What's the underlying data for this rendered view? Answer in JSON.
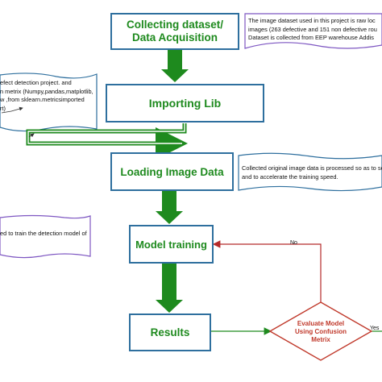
{
  "steps": {
    "collect": {
      "line1": "Collecting dataset/",
      "line2": "Data Acquisition"
    },
    "import": {
      "label": "Importing Lib"
    },
    "load": {
      "label": "Loading Image Data"
    },
    "train": {
      "label": "Model training"
    },
    "results": {
      "label": "Results"
    },
    "evaluate": {
      "line1": "Evaluate  Model",
      "line2": "Using Confusion",
      "line3": "Metrix"
    }
  },
  "notes": {
    "dataset": {
      "line1": "The image dataset used in this project is raw loc",
      "line2": "images (263 defective and 151 non defective rou",
      "line3": "Dataset is collected from EEP warehouse Addis"
    },
    "libs": {
      "line1": "efect detection  project. and",
      "line2": "n metrix (Numpy,pandas,matplotlib,",
      "line3": "w ,from sklearn.metricsimported",
      "line4": "rt)"
    },
    "preprocess": {
      "line1": "Collected original image data is processed so as to serve",
      "line2": "and to accelerate the training speed."
    },
    "training": {
      "line1": "ed to train the detection model of"
    }
  },
  "edges": {
    "no_label": "No",
    "yes_label": "Yes"
  },
  "colors": {
    "box_border": "#2e6f9e",
    "box_text": "#1e8a1e",
    "arrow_fill": "#1e8a1e",
    "connector": "#1e8a1e",
    "feedback": "#b52a2a",
    "diamond_border": "#c0392b",
    "diamond_text": "#c0392b",
    "note_border": "#7e57c2",
    "note_border_alt": "#2e6f9e"
  }
}
